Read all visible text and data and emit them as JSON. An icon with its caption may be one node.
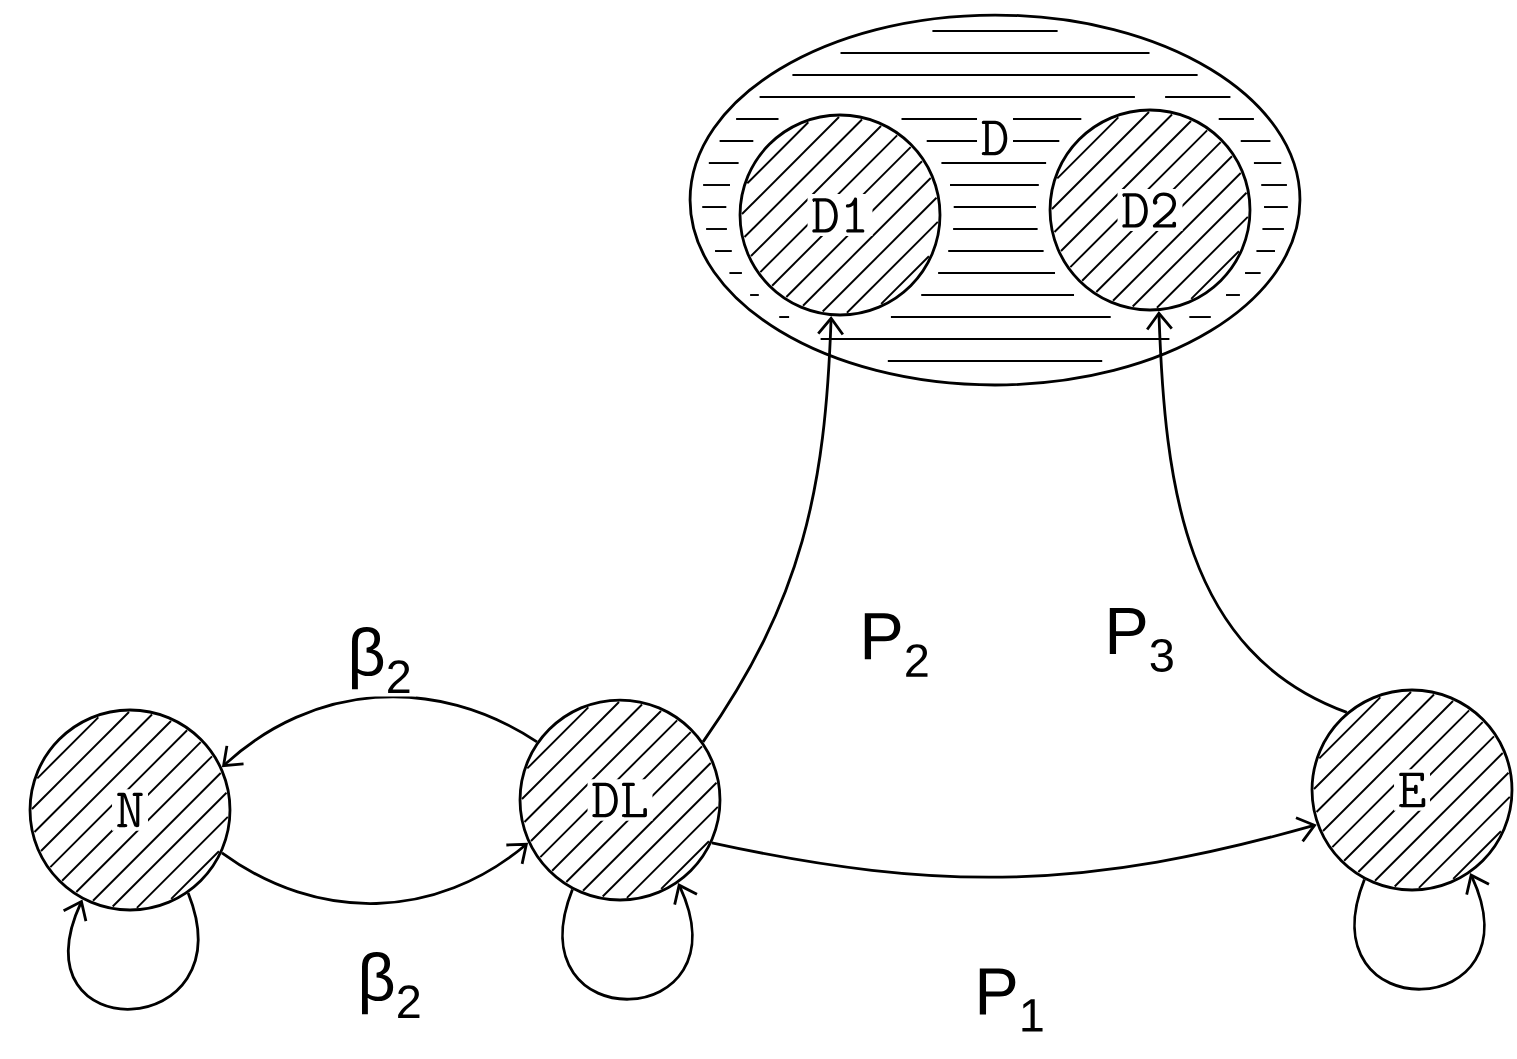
{
  "diagram": {
    "nodes": [
      {
        "text": [
          "D"
        ]
      },
      {
        "text": [
          "D1"
        ],
        "in": 0
      },
      {
        "text": [
          "D2"
        ],
        "in": 0
      },
      {
        "text": [
          "N"
        ]
      },
      {
        "text": [
          "DL"
        ]
      },
      {
        "text": [
          "E"
        ]
      }
    ],
    "edges": [
      {
        "from": 4,
        "to": 3,
        "arrow": "to",
        "label": "β$_{2}$"
      },
      {
        "from": 3,
        "to": 4,
        "arrow": "to",
        "label": "β$_{2}$"
      },
      {
        "from": 4,
        "to": 5,
        "arrow": "to",
        "label": "P$_{1}$"
      },
      {
        "from": 4,
        "to": 1,
        "arrow": "to",
        "label": "P$_{2}$"
      },
      {
        "from": 5,
        "to": 2,
        "arrow": "to",
        "label": "P$_{3}$"
      },
      {
        "from": 3,
        "to": 3,
        "arrow": "to"
      },
      {
        "from": 4,
        "to": 4,
        "arrow": "to"
      },
      {
        "from": 5,
        "to": 5,
        "arrow": "to"
      }
    ]
  }
}
